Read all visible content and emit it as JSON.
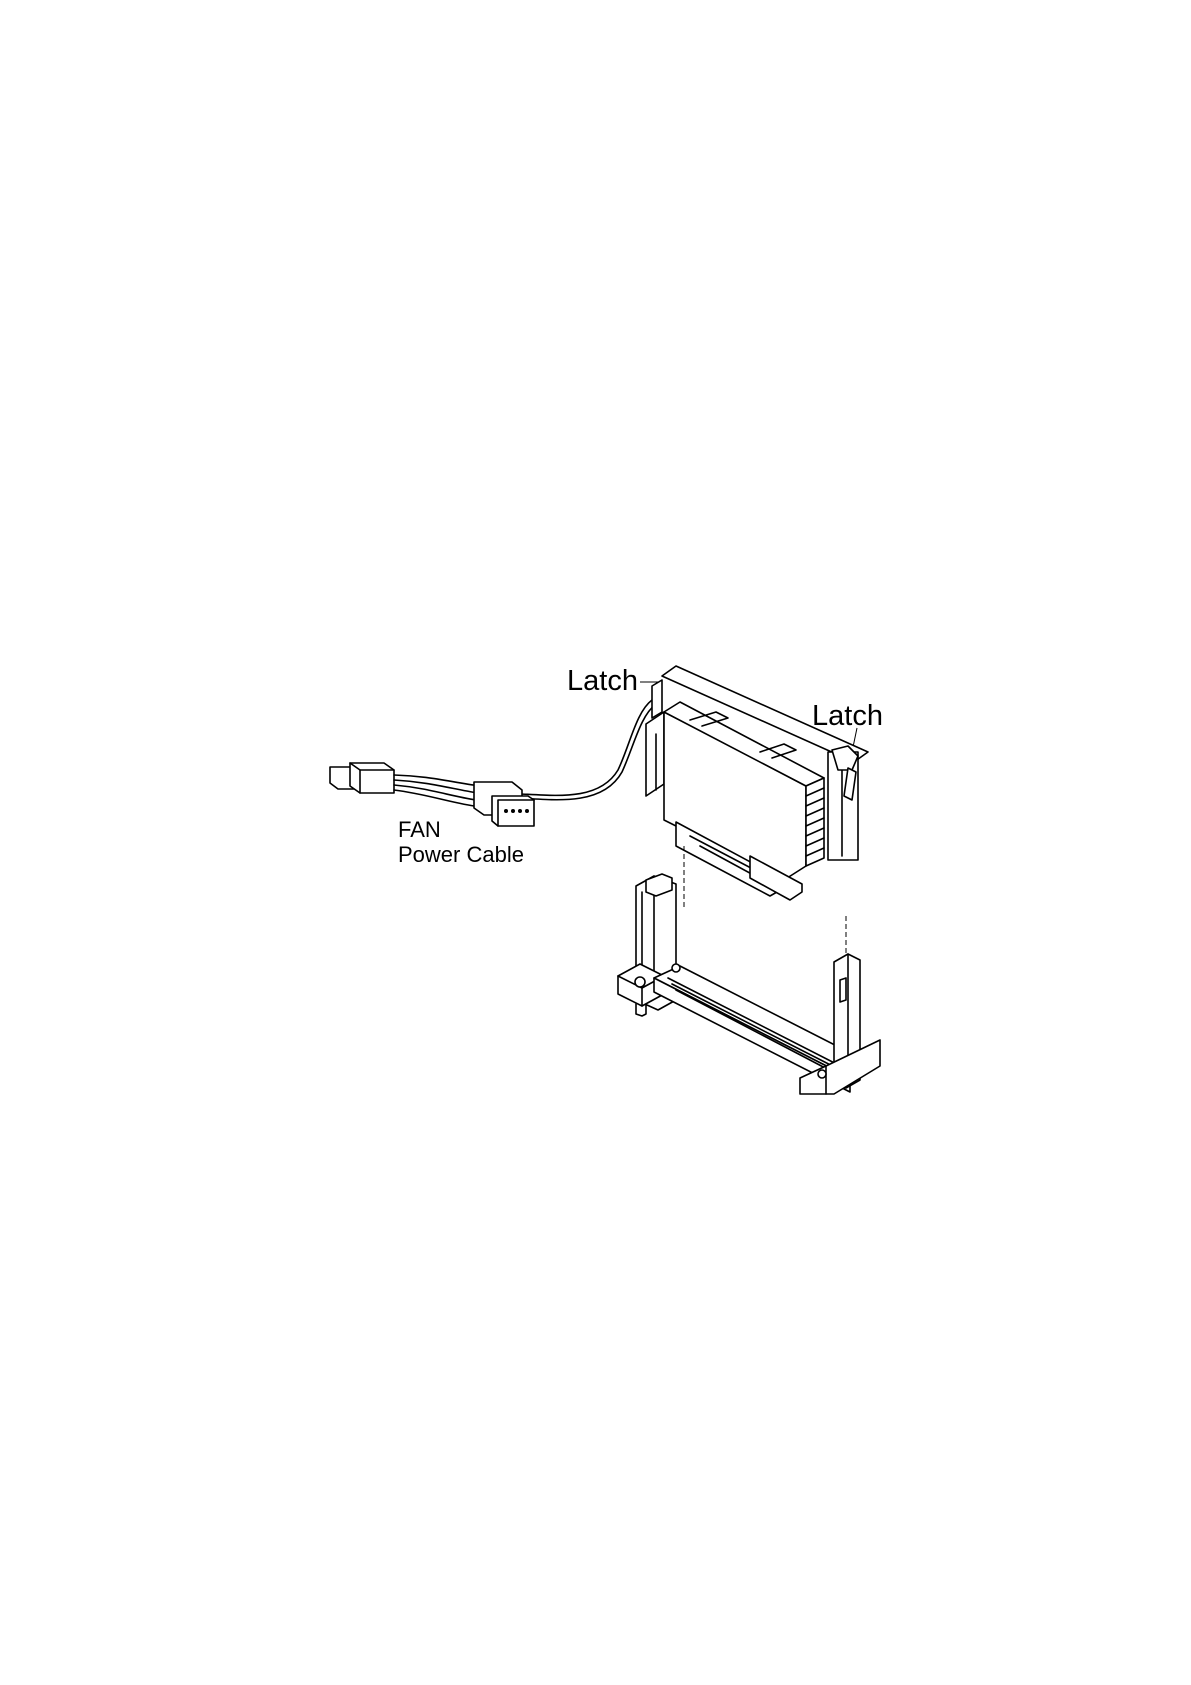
{
  "labels": {
    "latch_left": "Latch",
    "latch_right": "Latch",
    "fan_line1": "FAN",
    "fan_line2": "Power Cable"
  }
}
